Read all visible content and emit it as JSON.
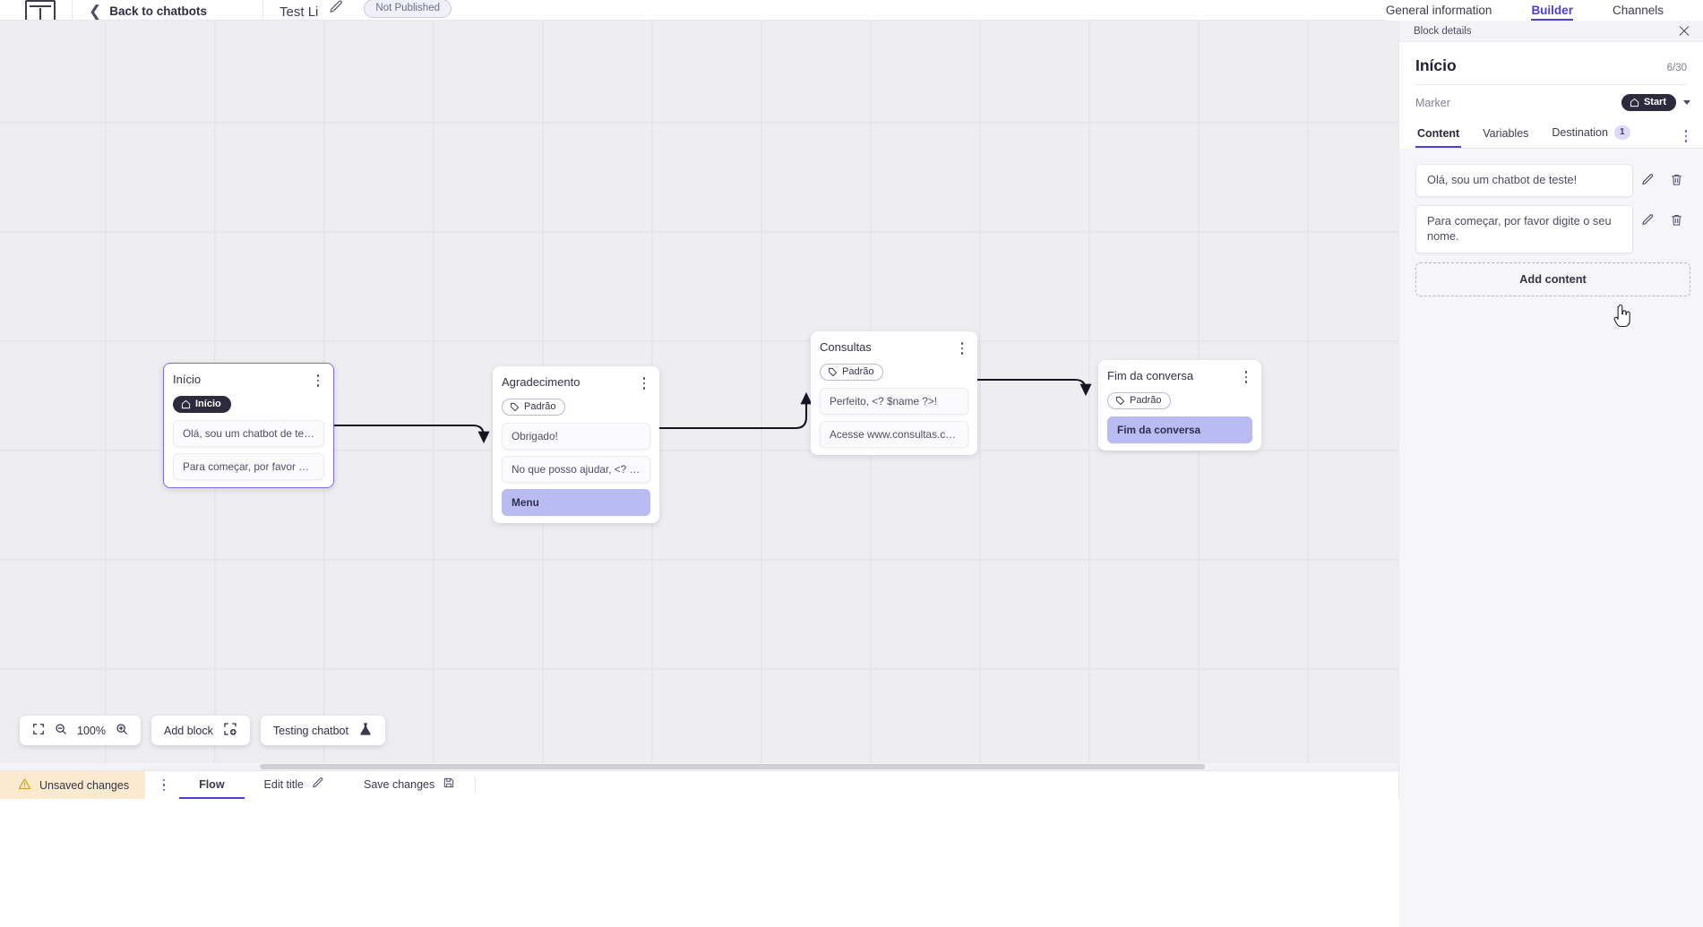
{
  "header": {
    "logo_icon": "chatbot-logo-icon",
    "back_label": "Back to chatbots",
    "back_icon": "chevron-left-icon",
    "bot_title": "Test Li",
    "edit_title_icon": "pencil-icon",
    "publish_status": "Not Published",
    "tabs": [
      {
        "label": "General information",
        "active": false
      },
      {
        "label": "Builder",
        "active": true
      },
      {
        "label": "Channels",
        "active": false
      }
    ]
  },
  "canvas": {
    "nodes": [
      {
        "id": "inicio",
        "title": "Início",
        "selected": true,
        "tag": {
          "label": "Início",
          "style": "start",
          "icon": "home-icon"
        },
        "messages": [
          {
            "text": "Olá, sou um chatbot de teste!",
            "style": "plain"
          },
          {
            "text": "Para começar, por favor digite o ...",
            "style": "plain"
          }
        ],
        "menu_icon": "kebab-menu-icon"
      },
      {
        "id": "agradecimento",
        "title": "Agradecimento",
        "selected": false,
        "tag": {
          "label": "Padrão",
          "style": "default",
          "icon": "tag-icon"
        },
        "messages": [
          {
            "text": "Obrigado!",
            "style": "plain"
          },
          {
            "text": "No que posso ajudar, <? $name ...",
            "style": "plain"
          },
          {
            "text": "Menu",
            "style": "menu"
          }
        ],
        "menu_icon": "kebab-menu-icon"
      },
      {
        "id": "consultas",
        "title": "Consultas",
        "selected": false,
        "tag": {
          "label": "Padrão",
          "style": "default",
          "icon": "tag-icon"
        },
        "messages": [
          {
            "text": "Perfeito, <? $name ?>!",
            "style": "plain"
          },
          {
            "text": "Acesse www.consultas.com par...",
            "style": "plain"
          }
        ],
        "menu_icon": "kebab-menu-icon"
      },
      {
        "id": "fim",
        "title": "Fim da conversa",
        "selected": false,
        "tag": {
          "label": "Padrão",
          "style": "default",
          "icon": "tag-icon"
        },
        "messages": [
          {
            "text": "Fim da conversa",
            "style": "menu"
          }
        ],
        "menu_icon": "kebab-menu-icon"
      }
    ],
    "toolbar": {
      "fit_icon": "fit-screen-icon",
      "zoom_out_icon": "zoom-out-icon",
      "zoom_level": "100%",
      "zoom_in_icon": "zoom-in-icon",
      "add_block_label": "Add block",
      "add_block_icon": "add-block-icon",
      "testing_label": "Testing chatbot",
      "testing_icon": "flask-icon"
    }
  },
  "panel": {
    "bar_label": "Block details",
    "close_icon": "close-icon",
    "title": "Início",
    "counter": "6/30",
    "marker_label": "Marker",
    "marker_value": "Start",
    "marker_icon": "home-icon",
    "marker_chevron_icon": "chevron-down-icon",
    "tabs": [
      {
        "label": "Content",
        "active": true,
        "badge": null
      },
      {
        "label": "Variables",
        "active": false,
        "badge": null
      },
      {
        "label": "Destination",
        "active": false,
        "badge": "1"
      }
    ],
    "more_icon": "kebab-menu-icon",
    "contents": [
      {
        "text": "Olá, sou um chatbot de teste!",
        "edit_icon": "pencil-icon",
        "delete_icon": "trash-icon"
      },
      {
        "text": "Para começar, por favor digite o seu nome.",
        "edit_icon": "pencil-icon",
        "delete_icon": "trash-icon"
      }
    ],
    "add_content_label": "Add content"
  },
  "status_bar": {
    "unsaved_label": "Unsaved changes",
    "unsaved_icon": "warning-icon",
    "menu_icon": "kebab-menu-icon",
    "items": [
      {
        "label": "Flow",
        "icon": null,
        "active": true
      },
      {
        "label": "Edit title",
        "icon": "pencil-icon",
        "active": false
      },
      {
        "label": "Save changes",
        "icon": "save-icon",
        "active": false
      }
    ]
  },
  "colors": {
    "accent": "#4b3fd6",
    "selected_node_border": "#7b6fe8",
    "menu_block": "#b8bcf0",
    "unsaved_bg": "#fbeacd",
    "canvas_bg": "#eeeef1"
  }
}
